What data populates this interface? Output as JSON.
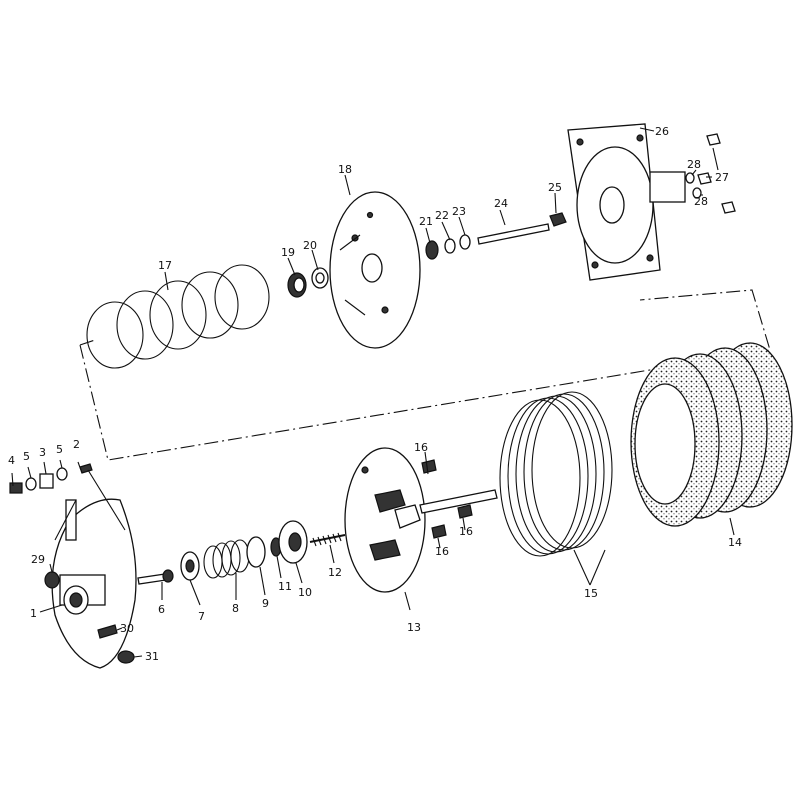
{
  "labels": {
    "l1": "1",
    "l2": "2",
    "l3": "3",
    "l4": "4",
    "l5a": "5",
    "l5b": "5",
    "l6": "6",
    "l7": "7",
    "l8": "8",
    "l9": "9",
    "l10": "10",
    "l11": "11",
    "l12": "12",
    "l13": "13",
    "l14": "14",
    "l15": "15",
    "l16a": "16",
    "l16b": "16",
    "l16c": "16",
    "l17": "17",
    "l18": "18",
    "l19": "19",
    "l20": "20",
    "l21": "21",
    "l22": "22",
    "l23": "23",
    "l24": "24",
    "l25": "25",
    "l26": "26",
    "l27": "27",
    "l28a": "28",
    "l28b": "28",
    "l29": "29",
    "l30": "30",
    "l31": "31"
  },
  "colors": {
    "ink": "#111111",
    "paper": "#ffffff",
    "shade": "#333333"
  }
}
